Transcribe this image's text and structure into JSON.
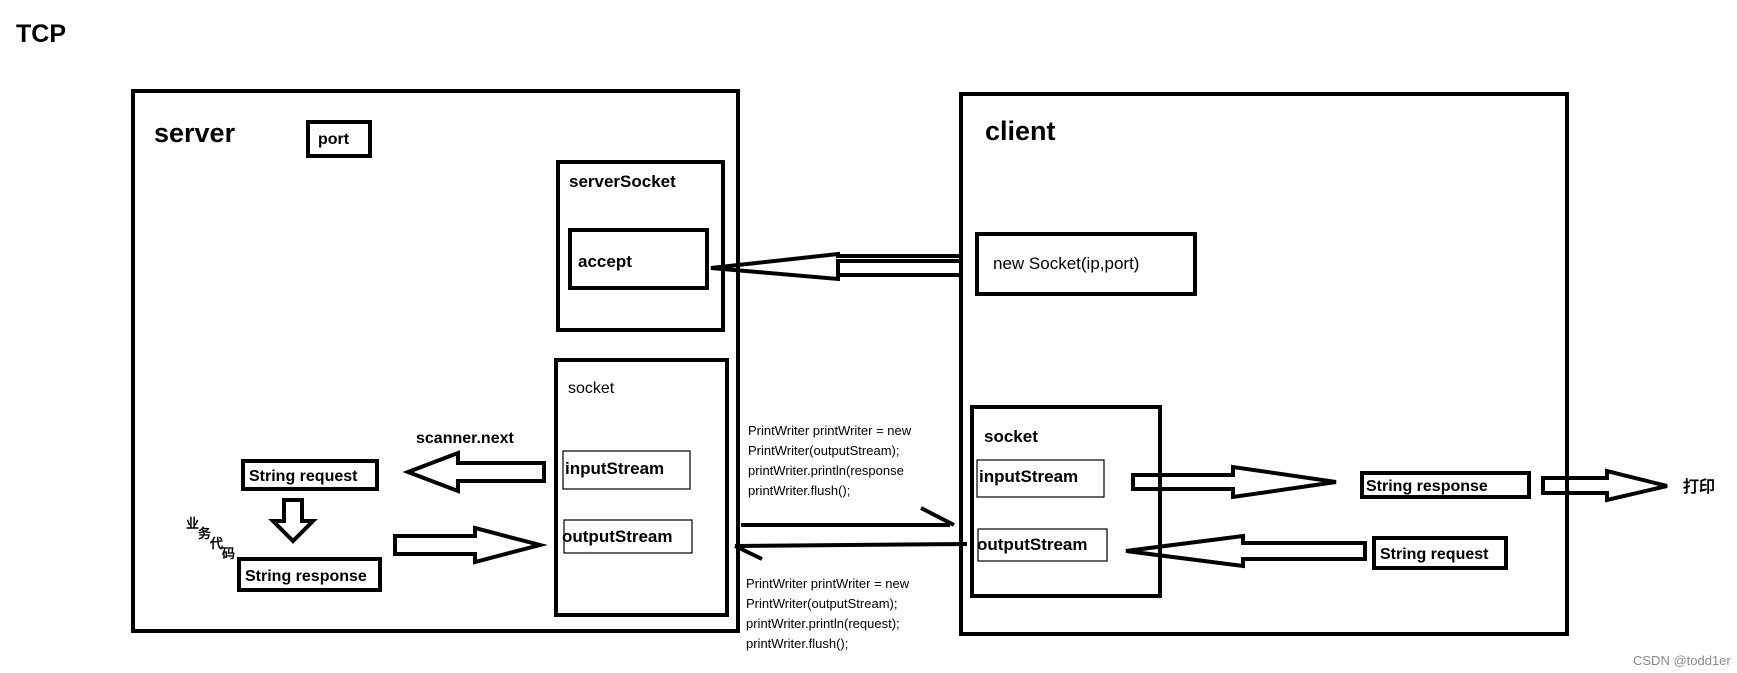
{
  "title": "TCP",
  "server": {
    "label": "server",
    "port": "port",
    "server_socket": {
      "label": "serverSocket",
      "accept": "accept"
    },
    "socket": {
      "label": "socket",
      "input_stream": "inputStream",
      "output_stream": "outputStream"
    },
    "scanner_next": "scanner.next",
    "string_request": "String request",
    "business_code": [
      "业",
      "务",
      "代",
      "码"
    ],
    "string_response": "String response"
  },
  "client": {
    "label": "client",
    "new_socket": "new Socket(ip,port)",
    "socket": {
      "label": "socket",
      "input_stream": "inputStream",
      "output_stream": "outputStream"
    },
    "string_response": "String response",
    "print": "打印",
    "string_request": "String request"
  },
  "code_response": [
    "PrintWriter printWriter = new",
    "PrintWriter(outputStream);",
    "printWriter.println(response",
    "printWriter.flush();"
  ],
  "code_request": [
    "PrintWriter printWriter = new",
    "PrintWriter(outputStream);",
    "printWriter.println(request);",
    "printWriter.flush();"
  ],
  "watermark": "CSDN @todd1er",
  "colors": {
    "ink": "#000000",
    "background": "#ffffff",
    "watermark": "#8a8a8a"
  }
}
